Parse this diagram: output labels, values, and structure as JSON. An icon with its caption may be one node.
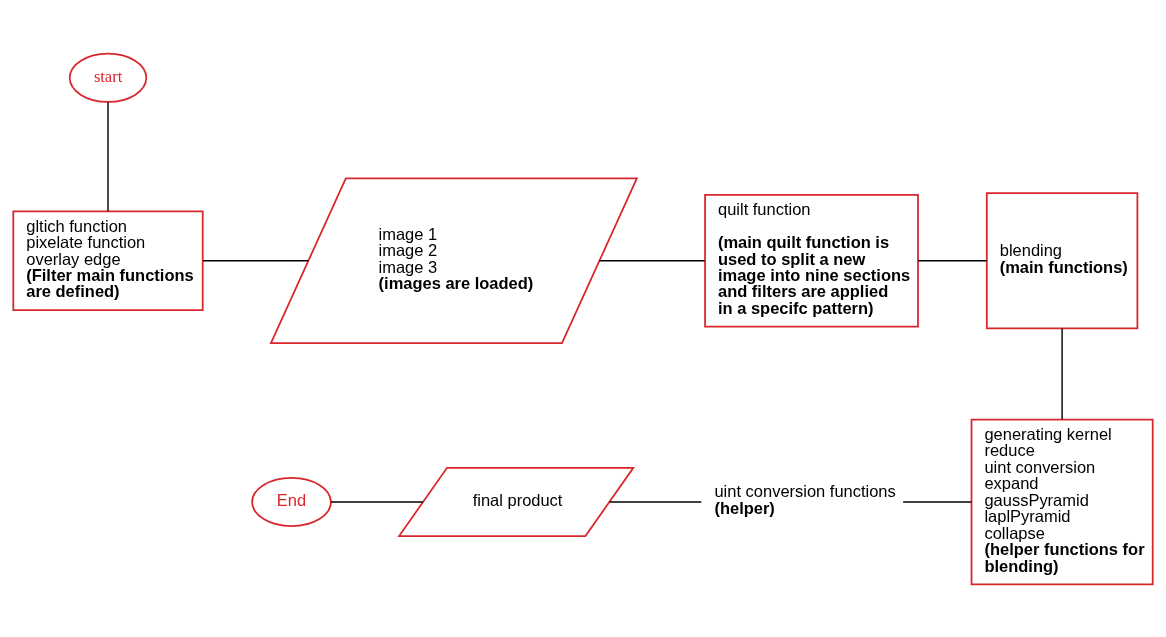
{
  "diagram": {
    "nodes": [
      {
        "text": [
          "start"
        ]
      },
      {
        "text": [
          "gltich function",
          "pixelate function",
          "overlay edge",
          "(Filter main functions are defined)"
        ]
      },
      {
        "text": [
          "image 1",
          "image 2",
          "image 3",
          "(images are loaded)"
        ]
      },
      {
        "text": [
          "quilt function",
          "(main quilt function is used to split a new image into nine sections and filters are applied in a specifc pattern)"
        ]
      },
      {
        "text": [
          "blending",
          "(main functions)"
        ]
      },
      {
        "text": [
          "generating kernel",
          "reduce",
          "uint conversion",
          "expand",
          "gaussPyramid",
          "laplPyramid",
          "collapse",
          "(helper functions for blending)"
        ]
      },
      {
        "text": [
          "uint conversion functions",
          "(helper)"
        ]
      },
      {
        "text": [
          "final product"
        ]
      },
      {
        "text": [
          "End"
        ]
      }
    ],
    "edges": [
      {
        "from": 0,
        "to": 1,
        "arrow": "none"
      },
      {
        "from": 1,
        "to": 2,
        "arrow": "none"
      },
      {
        "from": 2,
        "to": 3,
        "arrow": "none"
      },
      {
        "from": 3,
        "to": 4,
        "arrow": "none"
      },
      {
        "from": 4,
        "to": 5,
        "arrow": "none"
      },
      {
        "from": 5,
        "to": 6,
        "arrow": "none"
      },
      {
        "from": 6,
        "to": 7,
        "arrow": "none"
      },
      {
        "from": 7,
        "to": 8,
        "arrow": "none"
      }
    ]
  }
}
